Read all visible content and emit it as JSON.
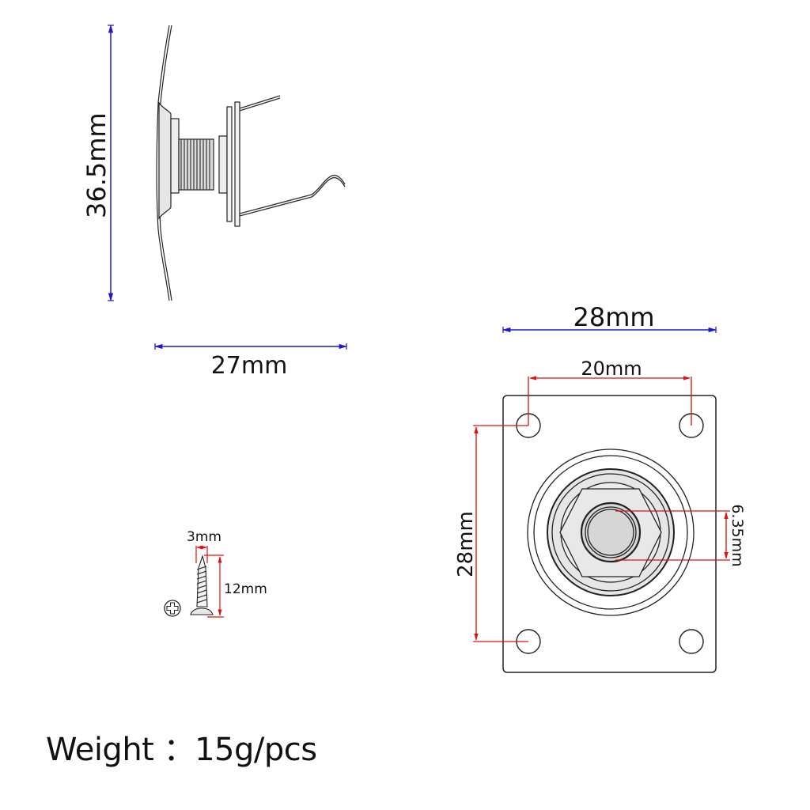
{
  "side_view": {
    "height_label": "36.5mm",
    "width_label": "27mm",
    "dimension_color": "#1a1ad0"
  },
  "screw": {
    "diameter_label": "3mm",
    "length_label": "12mm",
    "head_icon": "phillips-cross-icon",
    "dimension_color": "#e01010"
  },
  "front_view": {
    "plate_width_label": "28mm",
    "hole_spacing_horizontal_label": "20mm",
    "hole_spacing_vertical_label": "28mm",
    "jack_diameter_label": "6.35mm",
    "outer_dimension_color": "#1a1ad0",
    "inner_dimension_color": "#e01010"
  },
  "footer": {
    "weight_label": "Weight",
    "separator": "：",
    "weight_value": "15g/pcs"
  }
}
